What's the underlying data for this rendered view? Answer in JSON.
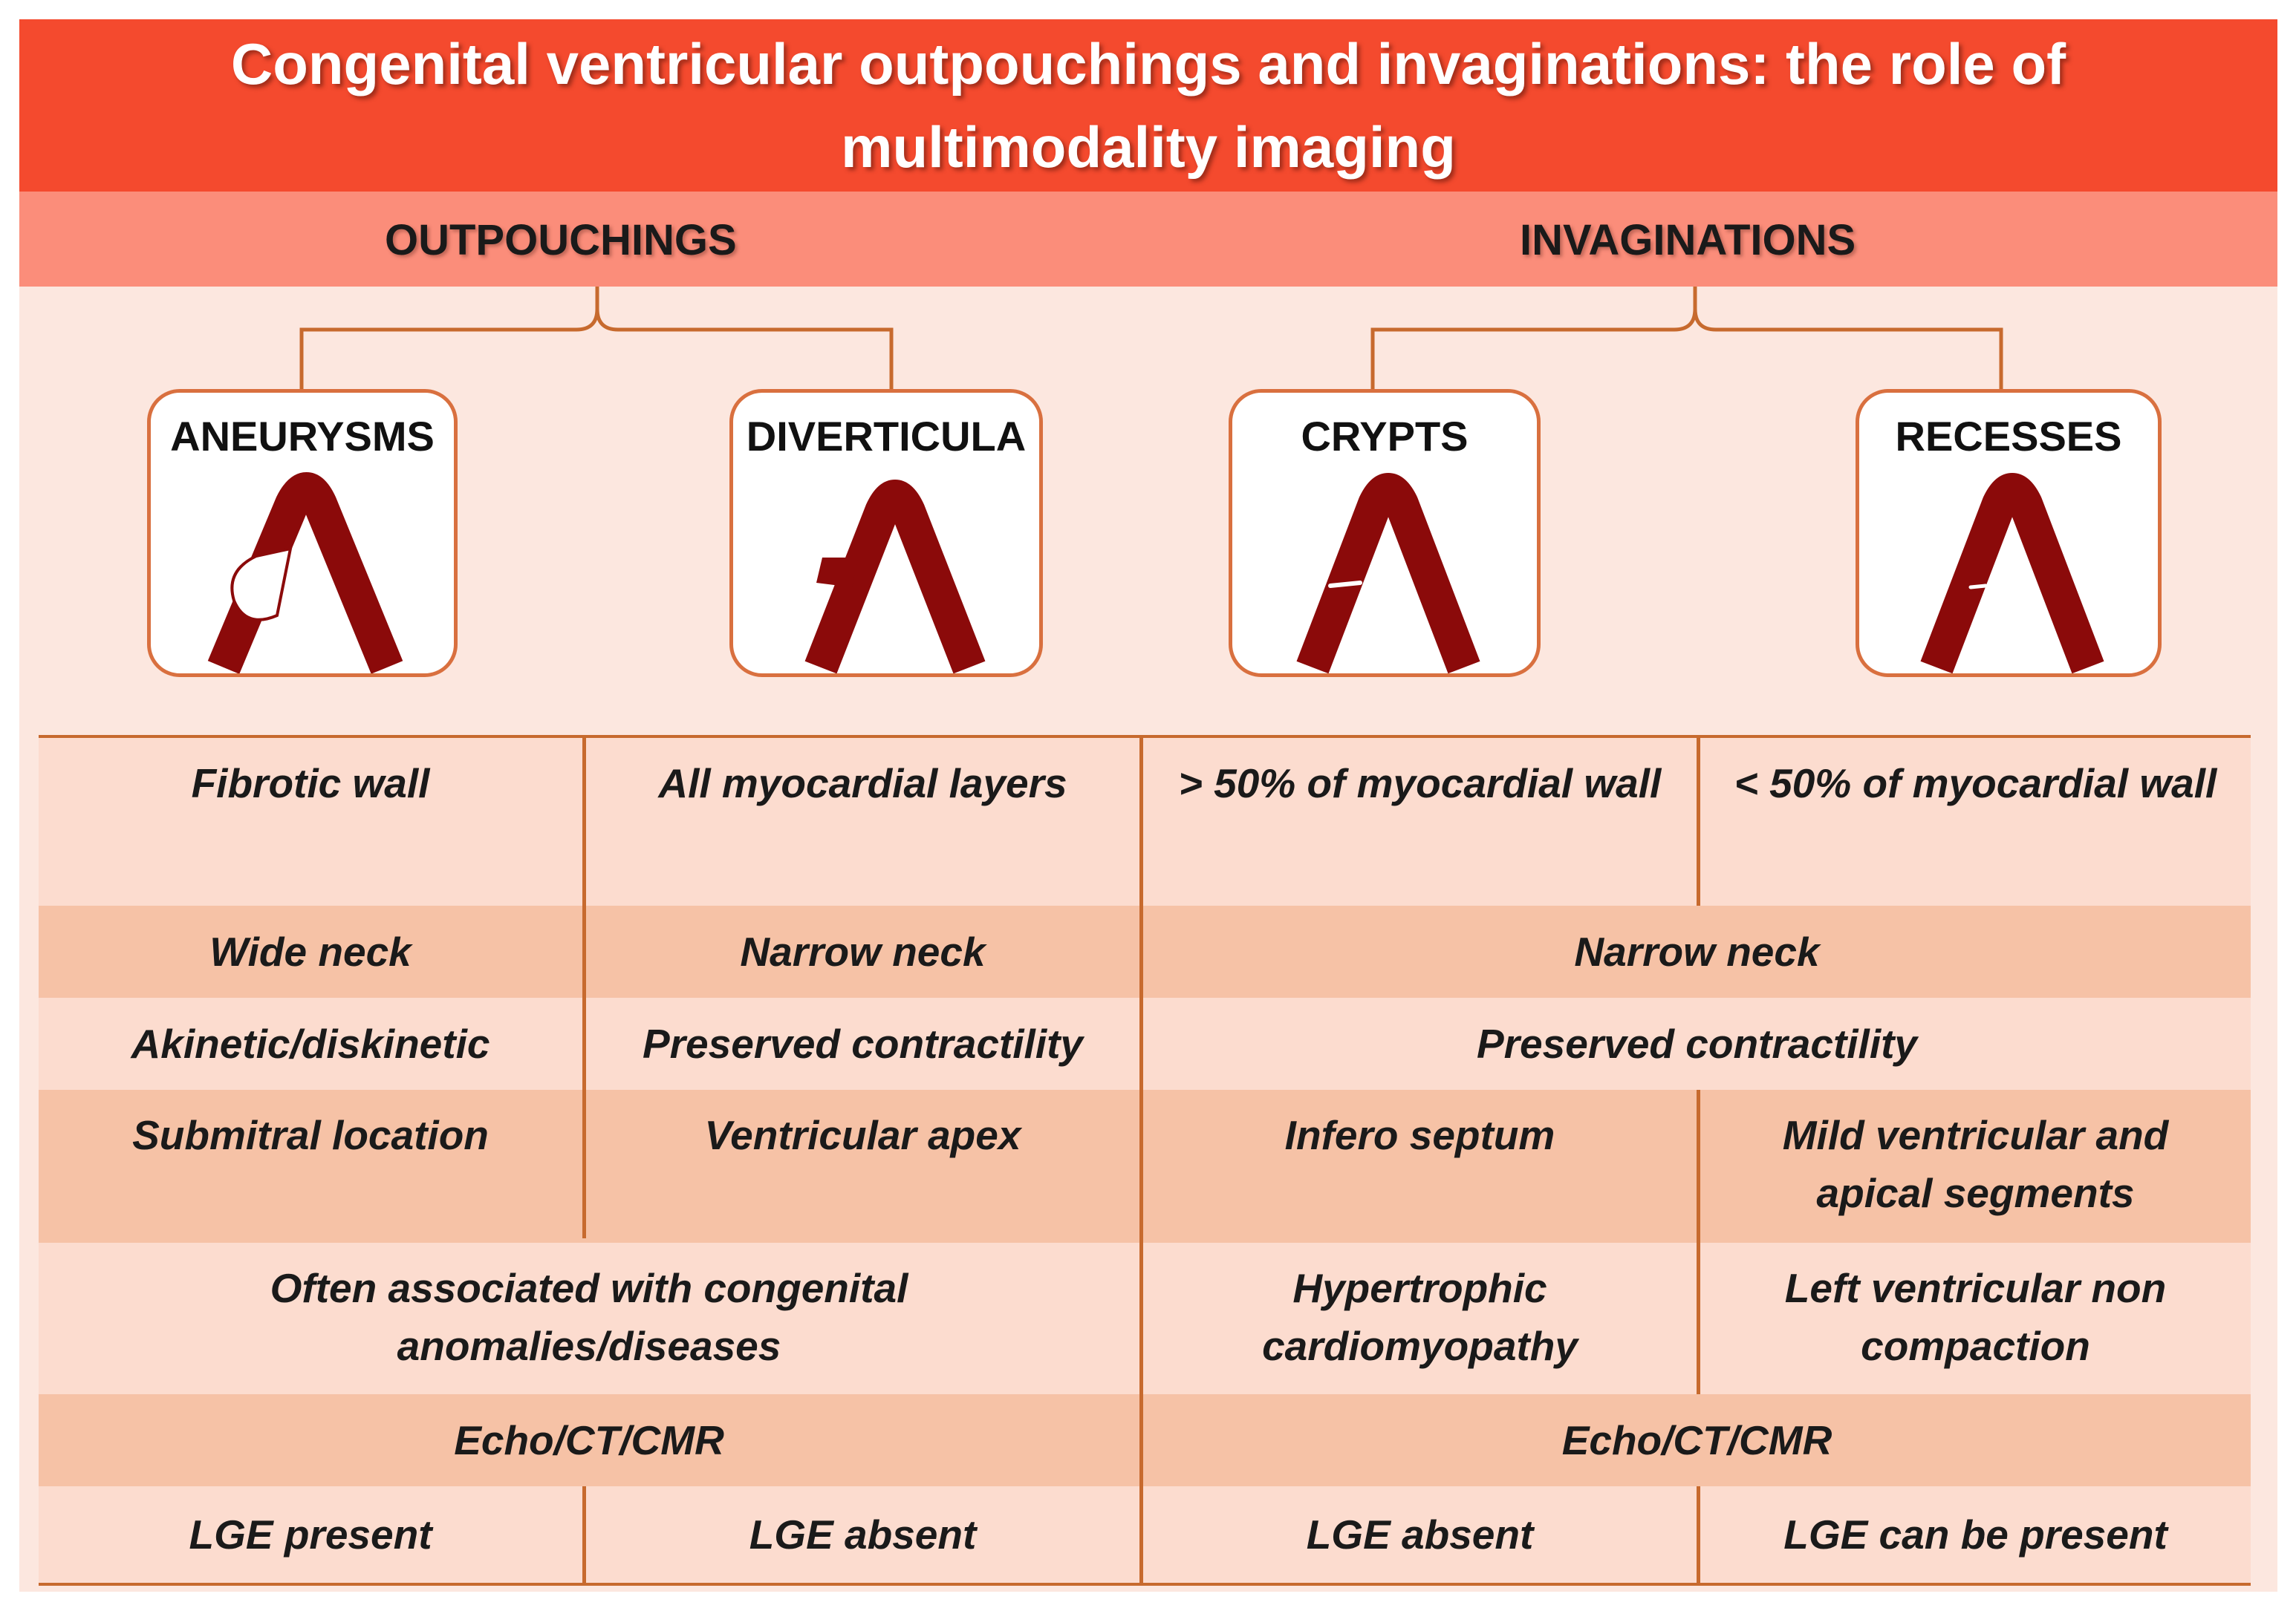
{
  "title": "Congenital ventricular outpouchings and invaginations: the role of multimodality imaging",
  "groups": {
    "outpouchings": "OUTPOUCHINGS",
    "invaginations": "INVAGINATIONS"
  },
  "types": {
    "aneurysms": "ANEURYSMS",
    "diverticula": "DIVERTICULA",
    "crypts": "CRYPTS",
    "recesses": "RECESSES"
  },
  "colors": {
    "title_bg": "#f44a2e",
    "header_bg": "#fb8d7a",
    "light_row": "#fcdccf",
    "dark_row": "#f6c2a6",
    "wall": "#8b0a0a",
    "accent_line": "#c76a2e"
  },
  "rows": {
    "wall": {
      "aneurysms": "Fibrotic wall",
      "diverticula": "All myocardial layers",
      "crypts": "> 50% of myocardial wall",
      "recesses": "< 50% of myocardial wall"
    },
    "neck": {
      "aneurysms": "Wide neck",
      "diverticula": "Narrow neck",
      "invaginations": "Narrow neck"
    },
    "contractility": {
      "aneurysms": "Akinetic/diskinetic",
      "diverticula": "Preserved contractility",
      "invaginations": "Preserved contractility"
    },
    "location": {
      "aneurysms": "Submitral location",
      "diverticula": "Ventricular apex",
      "crypts": "Infero septum",
      "recesses": "Mild ventricular and apical segments"
    },
    "association": {
      "outpouchings": "Often associated with congenital anomalies/diseases",
      "crypts": "Hypertrophic cardiomyopathy",
      "recesses": "Left ventricular non compaction"
    },
    "imaging": {
      "outpouchings": "Echo/CT/CMR",
      "invaginations": "Echo/CT/CMR"
    },
    "lge": {
      "aneurysms": "LGE present",
      "diverticula": "LGE absent",
      "crypts": "LGE absent",
      "recesses": "LGE can be present"
    }
  }
}
